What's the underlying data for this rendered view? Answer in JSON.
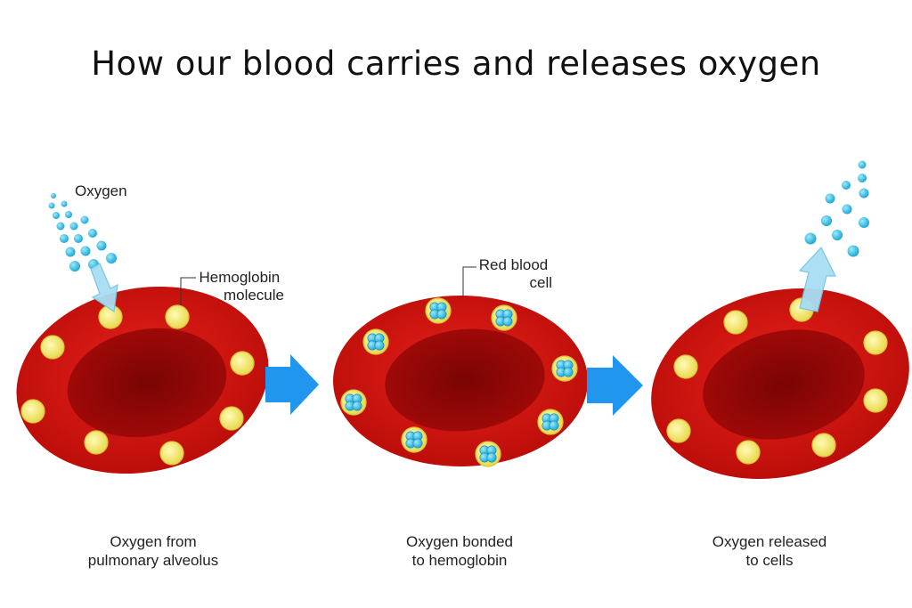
{
  "title": "How our blood carries and releases oxygen",
  "labels": {
    "oxygen": "Oxygen",
    "hemoglobin_line1": "Hemoglobin",
    "hemoglobin_line2": "molecule",
    "rbc_line1": "Red blood",
    "rbc_line2": "cell"
  },
  "captions": [
    {
      "line1": "Oxygen from",
      "line2": "pulmonary alveolus"
    },
    {
      "line1": "Oxygen bonded",
      "line2": "to hemoglobin"
    },
    {
      "line1": "Oxygen released",
      "line2": "to cells"
    }
  ],
  "colors": {
    "cell_outer": "#d4120c",
    "cell_inner": "#8e0606",
    "hemoglobin": "#f5ec7a",
    "oxygen": "#3cc3e6",
    "process_arrow": "#2196ef",
    "flow_arrow": "#a8def3"
  }
}
